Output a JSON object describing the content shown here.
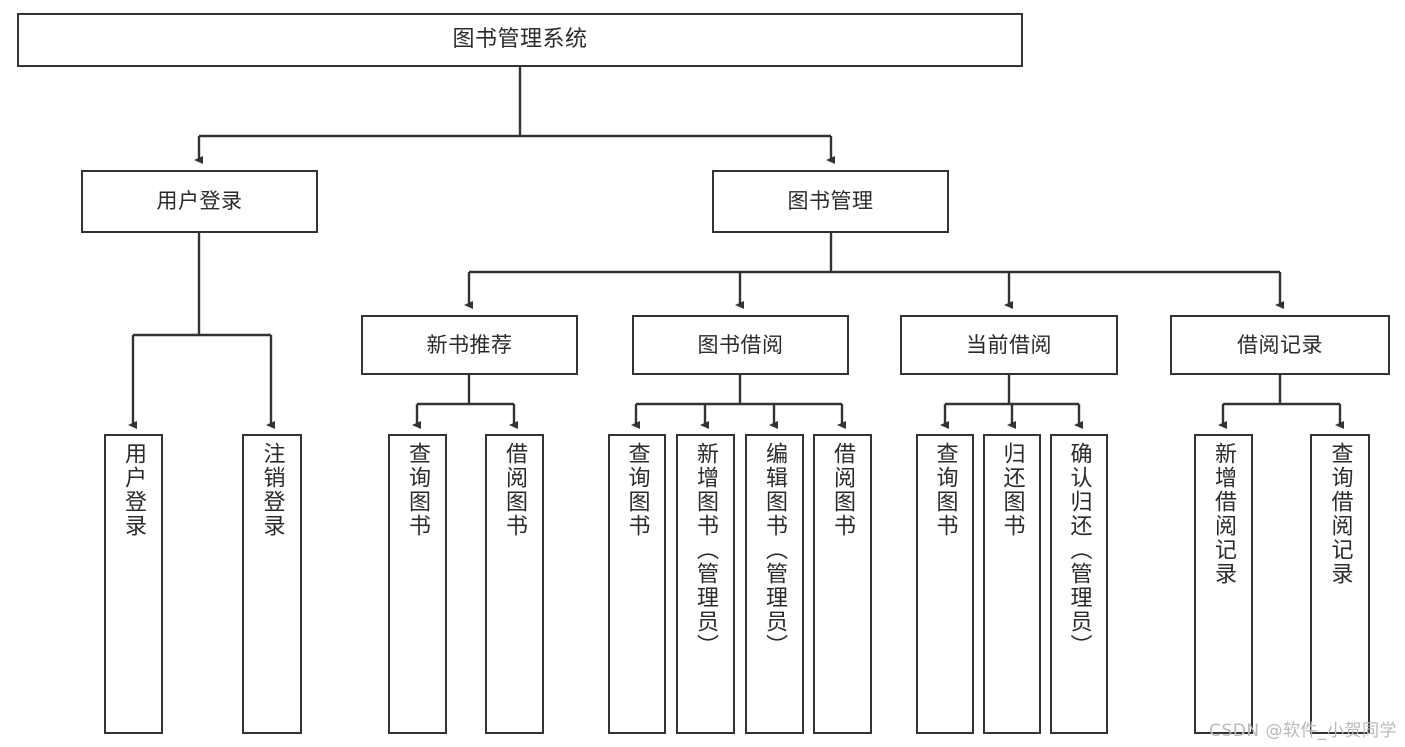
{
  "diagram": {
    "title": "图书管理系统",
    "type": "tree",
    "nodes": {
      "root": {
        "label": "图书管理系统"
      },
      "level2": [
        {
          "id": "user-login",
          "label": "用户登录"
        },
        {
          "id": "book-manage",
          "label": "图书管理"
        }
      ],
      "level3": [
        {
          "id": "new-book-recommend",
          "label": "新书推荐"
        },
        {
          "id": "book-borrow",
          "label": "图书借阅"
        },
        {
          "id": "current-borrow",
          "label": "当前借阅"
        },
        {
          "id": "borrow-record",
          "label": "借阅记录"
        }
      ],
      "leaves": {
        "user-login": [
          {
            "id": "leaf-user-login",
            "label": "用户登录"
          },
          {
            "id": "leaf-logout",
            "label": "注销登录"
          }
        ],
        "new-book-recommend": [
          {
            "id": "leaf-query-book-1",
            "label": "查询图书"
          },
          {
            "id": "leaf-borrow-book-1",
            "label": "借阅图书"
          }
        ],
        "book-borrow": [
          {
            "id": "leaf-query-book-2",
            "label": "查询图书"
          },
          {
            "id": "leaf-add-book",
            "label": "新增图书（管理员）"
          },
          {
            "id": "leaf-edit-book",
            "label": "编辑图书（管理员）"
          },
          {
            "id": "leaf-borrow-book-2",
            "label": "借阅图书"
          }
        ],
        "current-borrow": [
          {
            "id": "leaf-query-book-3",
            "label": "查询图书"
          },
          {
            "id": "leaf-return-book",
            "label": "归还图书"
          },
          {
            "id": "leaf-confirm-return",
            "label": "确认归还（管理员）"
          }
        ],
        "borrow-record": [
          {
            "id": "leaf-add-record",
            "label": "新增借阅记录"
          },
          {
            "id": "leaf-query-record",
            "label": "查询借阅记录"
          }
        ]
      }
    },
    "colors": {
      "stroke": "#333333",
      "text": "#2b2b2b",
      "background": "#ffffff",
      "watermark": "#b9b9b9"
    }
  },
  "watermark": {
    "text": "CSDN @软件_小贺同学"
  }
}
